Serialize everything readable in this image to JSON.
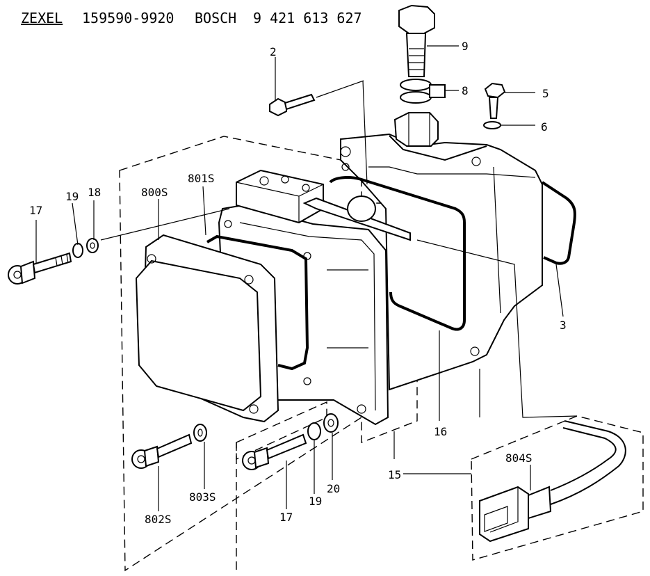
{
  "header": {
    "maker1": "ZEXEL",
    "part1": "159590-9920",
    "maker2": "BOSCH",
    "part2": "9 421 613 627"
  },
  "labels": {
    "p2": "2",
    "p3": "3",
    "p5": "5",
    "p6": "6",
    "p8": "8",
    "p9": "9",
    "p15": "15",
    "p16": "16",
    "p17a": "17",
    "p17b": "17",
    "p18": "18",
    "p19a": "19",
    "p19b": "19",
    "p20": "20",
    "p800s": "800S",
    "p801s": "801S",
    "p802s": "802S",
    "p803s": "803S",
    "p804s": "804S"
  }
}
